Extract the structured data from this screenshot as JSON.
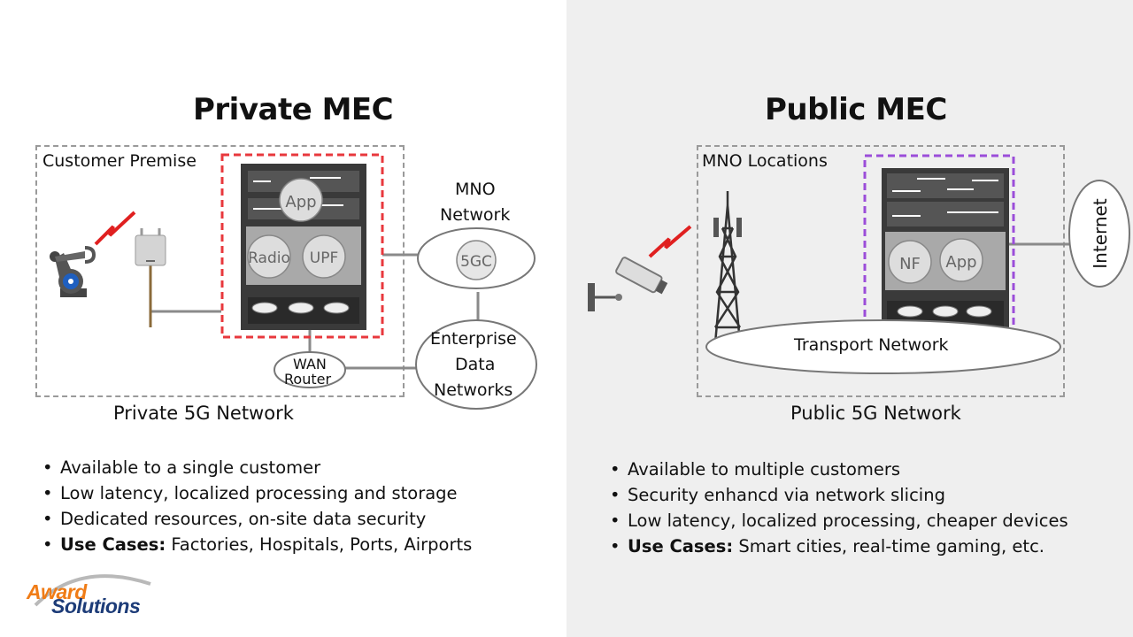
{
  "private": {
    "title": "Private MEC",
    "premise_label": "Customer Premise",
    "mno_network": [
      "MNO",
      "Network"
    ],
    "core_label": "5GC",
    "server_labels": {
      "app": "App",
      "radio": "Radio",
      "upf": "UPF"
    },
    "wan_router": [
      "WAN",
      "Router"
    ],
    "enterprise": [
      "Enterprise",
      "Data",
      "Networks"
    ],
    "network_caption": "Private 5G Network",
    "bullets": [
      {
        "bold": "",
        "text": "Available to a single customer"
      },
      {
        "bold": "",
        "text": "Low latency, localized processing and storage"
      },
      {
        "bold": "",
        "text": "Dedicated resources, on-site data security"
      },
      {
        "bold": "Use Cases:",
        "text": " Factories, Hospitals, Ports, Airports"
      }
    ]
  },
  "public": {
    "title": "Public MEC",
    "locations_label": "MNO Locations",
    "server_labels": {
      "nf": "NF",
      "app": "App"
    },
    "internet": "Internet",
    "transport": "Transport Network",
    "network_caption": "Public 5G Network",
    "bullets": [
      {
        "bold": "",
        "text": "Available to multiple customers"
      },
      {
        "bold": "",
        "text": "Security enhancd via network slicing"
      },
      {
        "bold": "",
        "text": "Low latency, localized processing, cheaper devices"
      },
      {
        "bold": "Use Cases:",
        "text": " Smart cities, real-time gaming, etc."
      }
    ]
  },
  "logo": {
    "line1": "Award",
    "line2": "Solutions"
  },
  "colors": {
    "private_mec_border": "#e8383d",
    "public_mec_border": "#9b4dd9",
    "signal": "#e02020",
    "robot_blue": "#1f5fbf"
  }
}
